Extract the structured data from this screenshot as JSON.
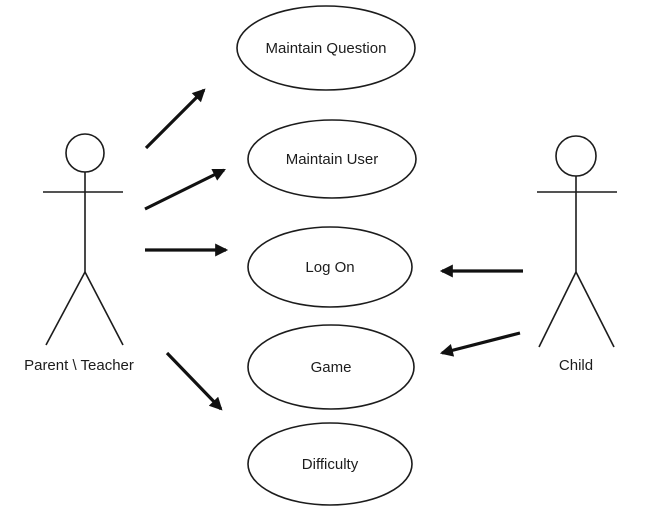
{
  "diagram": {
    "type": "uml-use-case-diagram",
    "background_color": "#ffffff",
    "stroke_color": "#1c1c1c",
    "actors": [
      {
        "id": "parent-teacher",
        "label": "Parent \\ Teacher"
      },
      {
        "id": "child",
        "label": "Child"
      }
    ],
    "use_cases": [
      {
        "id": "maintain-question",
        "label": "Maintain Question"
      },
      {
        "id": "maintain-user",
        "label": "Maintain User"
      },
      {
        "id": "log-on",
        "label": "Log On"
      },
      {
        "id": "game",
        "label": "Game"
      },
      {
        "id": "difficulty",
        "label": "Difficulty"
      }
    ],
    "associations": [
      {
        "from": "parent-teacher",
        "to": "maintain-question"
      },
      {
        "from": "parent-teacher",
        "to": "maintain-user"
      },
      {
        "from": "parent-teacher",
        "to": "log-on"
      },
      {
        "from": "parent-teacher",
        "to": "difficulty"
      },
      {
        "from": "child",
        "to": "log-on"
      },
      {
        "from": "child",
        "to": "game"
      }
    ]
  }
}
